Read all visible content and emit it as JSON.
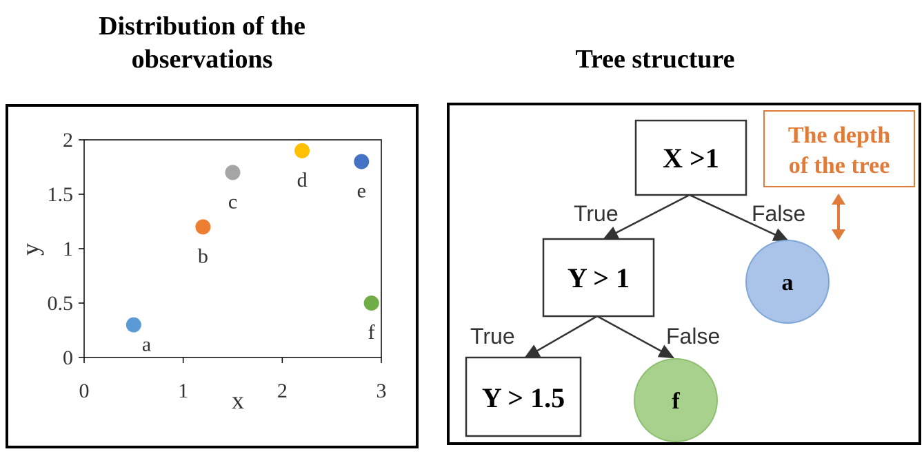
{
  "left_panel": {
    "title_line1": "Distribution of the",
    "title_line2": "observations"
  },
  "right_panel": {
    "title": "Tree structure"
  },
  "chart_data": {
    "type": "scatter",
    "title": "Distribution of the observations",
    "xlabel": "x",
    "ylabel": "y",
    "xlim": [
      0,
      3
    ],
    "ylim": [
      0,
      2
    ],
    "x_ticks": [
      "0",
      "1",
      "2",
      "3"
    ],
    "y_ticks": [
      "0",
      "0.5",
      "1",
      "1.5",
      "2"
    ],
    "grid": false,
    "points": [
      {
        "label": "a",
        "x": 0.5,
        "y": 0.3,
        "color": "#5b9bd5",
        "label_pos": "below-right"
      },
      {
        "label": "b",
        "x": 1.2,
        "y": 1.2,
        "color": "#ed7d31",
        "label_pos": "below"
      },
      {
        "label": "c",
        "x": 1.5,
        "y": 1.7,
        "color": "#a5a5a5",
        "label_pos": "below"
      },
      {
        "label": "d",
        "x": 2.2,
        "y": 1.9,
        "color": "#ffc000",
        "label_pos": "below"
      },
      {
        "label": "e",
        "x": 2.8,
        "y": 1.8,
        "color": "#4472c4",
        "label_pos": "below"
      },
      {
        "label": "f",
        "x": 2.9,
        "y": 0.5,
        "color": "#70ad47",
        "label_pos": "below"
      }
    ]
  },
  "tree": {
    "root": "X >1",
    "node_left": "Y > 1",
    "node_left_left": "Y > 1.5",
    "leaf_a": "a",
    "leaf_f": "f",
    "edge_true_1": "True",
    "edge_false_1": "False",
    "edge_true_2": "True",
    "edge_false_2": "False",
    "depth_label_line1": "The depth",
    "depth_label_line2": "of the tree",
    "colors": {
      "leaf_a_fill": "#a9c4e8",
      "leaf_a_stroke": "#7ea6d8",
      "leaf_f_fill": "#a9d18e",
      "leaf_f_stroke": "#8dbf6f",
      "depth_accent": "#e07b39"
    }
  }
}
